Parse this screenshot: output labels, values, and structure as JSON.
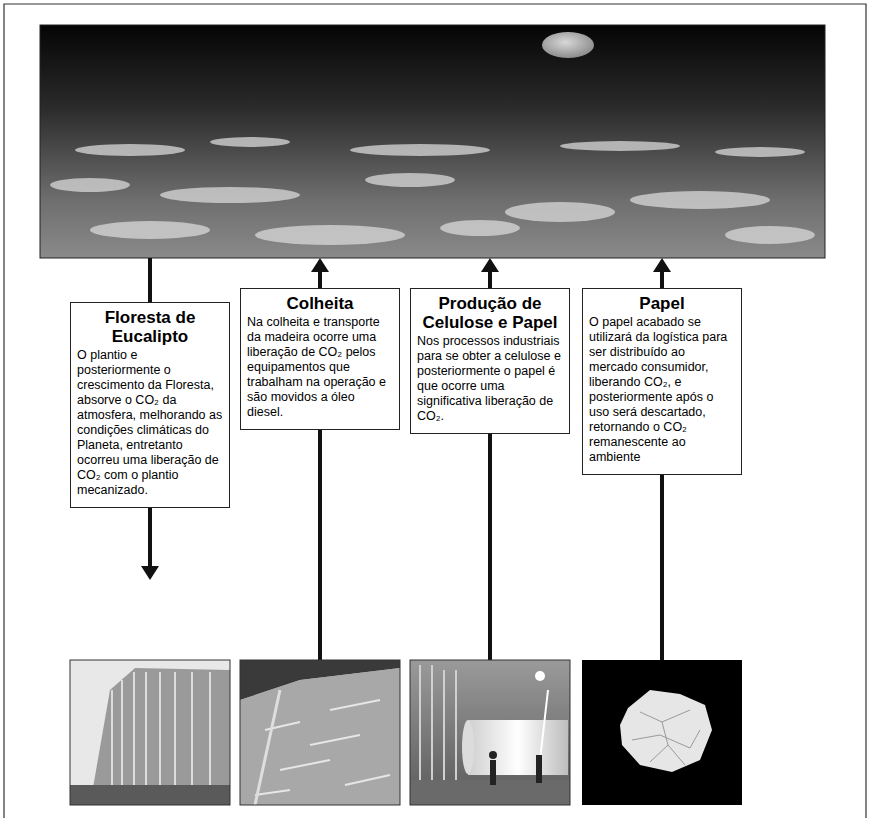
{
  "diagram": {
    "nodes": [
      {
        "text": [
          "Floresta de Eucalipto",
          "O plantio e posteriormente o crescimento da Floresta, absorve o CO₂ da atmosfera, melhorando as condições climáticas do Planeta, entretanto ocorreu uma liberação de CO₂ com o plantio mecanizado."
        ]
      },
      {
        "text": [
          "Colheita",
          "Na colheita e transporte da madeira ocorre uma liberação de CO₂ pelos equipamentos que trabalham na operação e são movidos a óleo diesel."
        ]
      },
      {
        "text": [
          "Produção de Celulose e Papel",
          "Nos processos industriais para se obter a celulose e posteriormente o papel é que ocorre uma significativa liberação de CO₂."
        ]
      },
      {
        "text": [
          "Papel",
          "O papel acabado se utilizará da logística para ser distribuído ao mercado consumidor, liberando CO₂, e posteriormente após o uso será descartado, retornando o CO₂ remanescente ao ambiente"
        ]
      }
    ]
  }
}
